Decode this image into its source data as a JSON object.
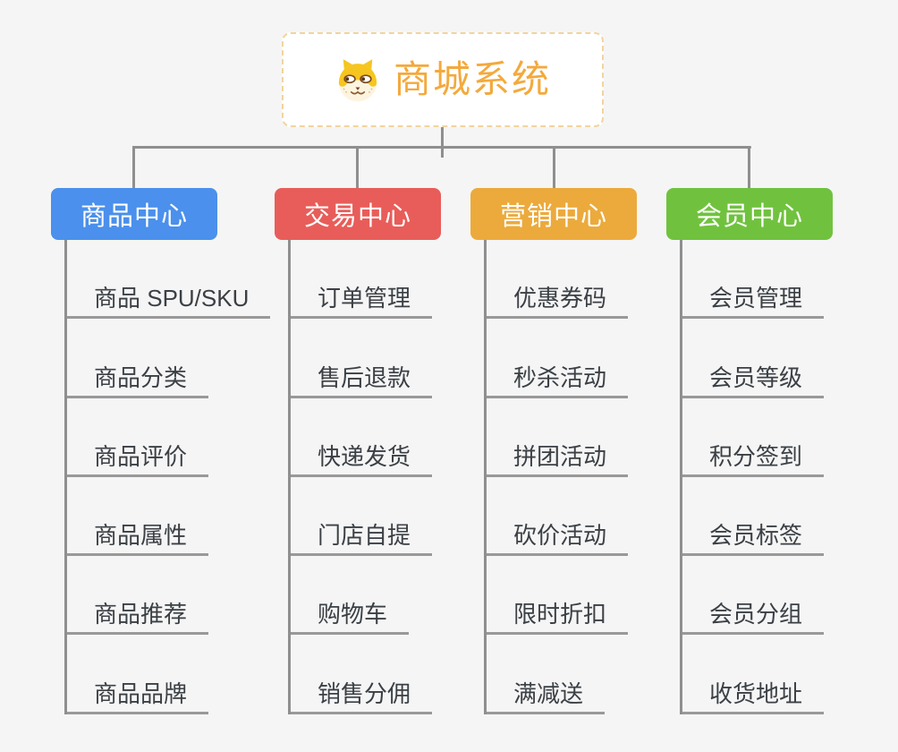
{
  "root": {
    "title": "商城系统",
    "icon": "dog-face-icon"
  },
  "branches": [
    {
      "label": "商品中心",
      "color": "#4a90ec",
      "children": [
        "商品 SPU/SKU",
        "商品分类",
        "商品评价",
        "商品属性",
        "商品推荐",
        "商品品牌"
      ]
    },
    {
      "label": "交易中心",
      "color": "#e85d59",
      "children": [
        "订单管理",
        "售后退款",
        "快递发货",
        "门店自提",
        "购物车",
        "销售分佣"
      ]
    },
    {
      "label": "营销中心",
      "color": "#ecaa3c",
      "children": [
        "优惠券码",
        "秒杀活动",
        "拼团活动",
        "砍价活动",
        "限时折扣",
        "满减送"
      ]
    },
    {
      "label": "会员中心",
      "color": "#70c23e",
      "children": [
        "会员管理",
        "会员等级",
        "积分签到",
        "会员标签",
        "会员分组",
        "收货地址"
      ]
    }
  ],
  "colors": {
    "background": "#f5f5f5",
    "connector": "#8f8f8f",
    "underline": "#999999",
    "root_accent": "#f4a93c",
    "root_border": "#f2d49e",
    "child_text": "#3b4045"
  }
}
